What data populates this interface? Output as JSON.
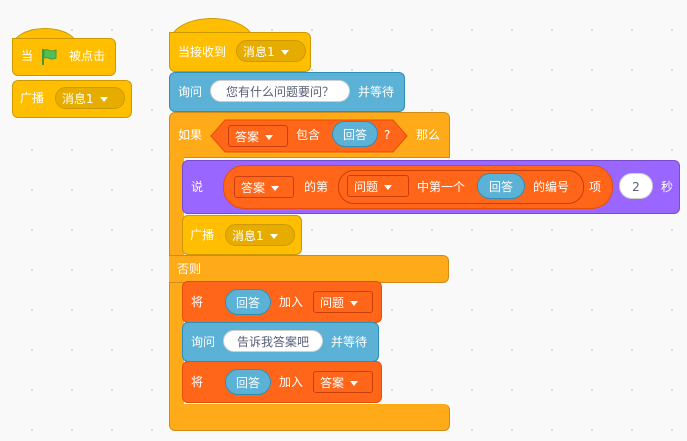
{
  "colors": {
    "events": "#ffbf00",
    "control": "#ffab19",
    "sensing": "#5cb1d6",
    "list": "#ff661a",
    "looks": "#9966ff",
    "flag": "#4cbf56"
  },
  "script1": {
    "hat": {
      "when": "当",
      "flag_icon": "green-flag",
      "clicked": "被点击"
    },
    "broadcast": {
      "label": "广播",
      "message": "消息1"
    }
  },
  "script2": {
    "hat": {
      "label": "当接收到",
      "message": "消息1"
    },
    "ask1": {
      "label": "询问",
      "question": "您有什么问题要问？",
      "wait": "并等待"
    },
    "if": {
      "label": "如果",
      "list": "答案",
      "contains": "包含",
      "answer": "回答",
      "question_mark": "?",
      "then": "那么"
    },
    "say": {
      "label": "说",
      "list": "答案",
      "of_the": "的第",
      "list2": "问题",
      "first_in": "中第一个",
      "answer": "回答",
      "index_of": "的编号",
      "item": "项",
      "seconds_value": "2",
      "seconds": "秒"
    },
    "broadcast": {
      "label": "广播",
      "message": "消息1"
    },
    "else": "否则",
    "add1": {
      "label": "将",
      "value": "回答",
      "to": "加入",
      "list": "问题"
    },
    "ask2": {
      "label": "询问",
      "question": "告诉我答案吧",
      "wait": "并等待"
    },
    "add2": {
      "label": "将",
      "value": "回答",
      "to": "加入",
      "list": "答案"
    }
  }
}
